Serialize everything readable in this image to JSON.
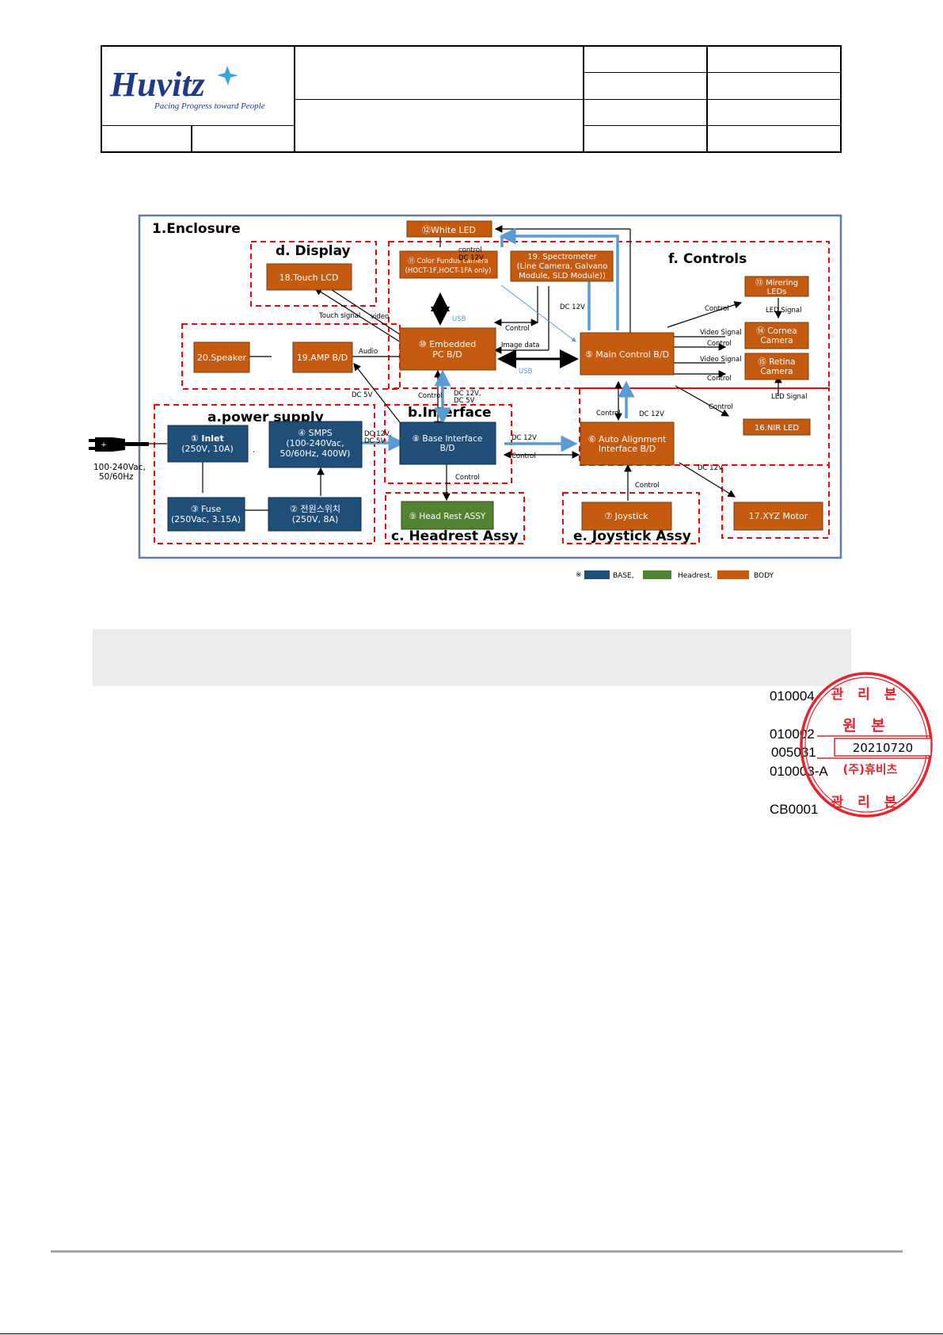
{
  "header": {
    "logo_text": "Huvitz",
    "logo_tagline": "Pacing Progress toward People",
    "cells": [
      "",
      "",
      "",
      "",
      "",
      "",
      "",
      "",
      "",
      "",
      "",
      ""
    ]
  },
  "diagram": {
    "enclosure_label": "1.Enclosure",
    "groups": {
      "display": "d. Display",
      "controls": "f. Controls",
      "power": "a.power supply",
      "interface": "b.Interface",
      "headrest": "c. Headrest Assy",
      "joystick": "e. Joystick Assy"
    },
    "blocks": {
      "white_led": "⑫White LED",
      "touch_lcd": "18.Touch LCD",
      "fundus_1": "⑪ Color Fundus camera",
      "fundus_2": "(HOCT-1F,HOCT-1FA only)",
      "spectro_1": "19. Spectrometer",
      "spectro_2": "(Line Camera, Galvano",
      "spectro_3": "Module, SLD Module))",
      "mirering_1": "⑬ Mirering",
      "mirering_2": "LEDs",
      "speaker": "20.Speaker",
      "amp": "19.AMP B/D",
      "pc_1": "⑩ Embedded",
      "pc_2": "PC  B/D",
      "main_control": "⑤ Main Control B/D",
      "cornea_1": "⑭ Cornea",
      "cornea_2": "Camera",
      "retina_1": "⑮ Retina",
      "retina_2": "Camera",
      "inlet_1": "① Inlet",
      "inlet_2": "(250V, 10A)",
      "smps_1": "④ SMPS",
      "smps_2": "(100-240Vac,",
      "smps_3": "50/60Hz, 400W)",
      "base_if_1": "⑧ Base Interface",
      "base_if_2": "B/D",
      "auto_align_1": "⑥ Auto Alignment",
      "auto_align_2": "Interface B/D",
      "nir_led": "16.NIR LED",
      "fuse_1": "③ Fuse",
      "fuse_2": "(250Vac, 3.15A)",
      "switch_1": "② 전원스위치",
      "switch_2": "(250V, 8A)",
      "headrest": "⑨ Head Rest ASSY",
      "joystick": "⑦ Joystick",
      "xyz_motor": "17.XYZ Motor"
    },
    "signals": {
      "control": "control",
      "dc12v": "DC 12V",
      "usb": "USB",
      "touch_signal": "Touch signal",
      "video": "video",
      "control_cap": "Control",
      "led_signal": "LED Signal",
      "video_signal": "Video Signal",
      "image_data": "Image data",
      "audio": "Audio",
      "dc5v": "DC 5V",
      "dc12v_5v_a": "DC 12V,",
      "dc12v_5v_b": "DC 5V",
      "dc12v_comma": "DC 12V,",
      "dc5v_plain": "DC 5V"
    },
    "plug_label_1": "100-240Vac,",
    "plug_label_2": "50/60Hz",
    "legend": {
      "symbol": "※",
      "base": "BASE,",
      "headrest": "Headrest,",
      "body": "BODY"
    },
    "colors": {
      "base": "#1f4e79",
      "headrest": "#548235",
      "body": "#c55a11",
      "dash": "#ff0000",
      "frame": "#5b7fa6",
      "usb_arrow": "#5b9bd5"
    }
  },
  "side_numbers": [
    "010004",
    "010002",
    "005031",
    "010003-A",
    "CB0001"
  ],
  "seal": {
    "top_text": "관 리 본",
    "middle_text": "원 본",
    "date": "20210720",
    "company": "(주)휴비츠",
    "bottom_text": "관 리 본",
    "color": "#e8232b"
  }
}
